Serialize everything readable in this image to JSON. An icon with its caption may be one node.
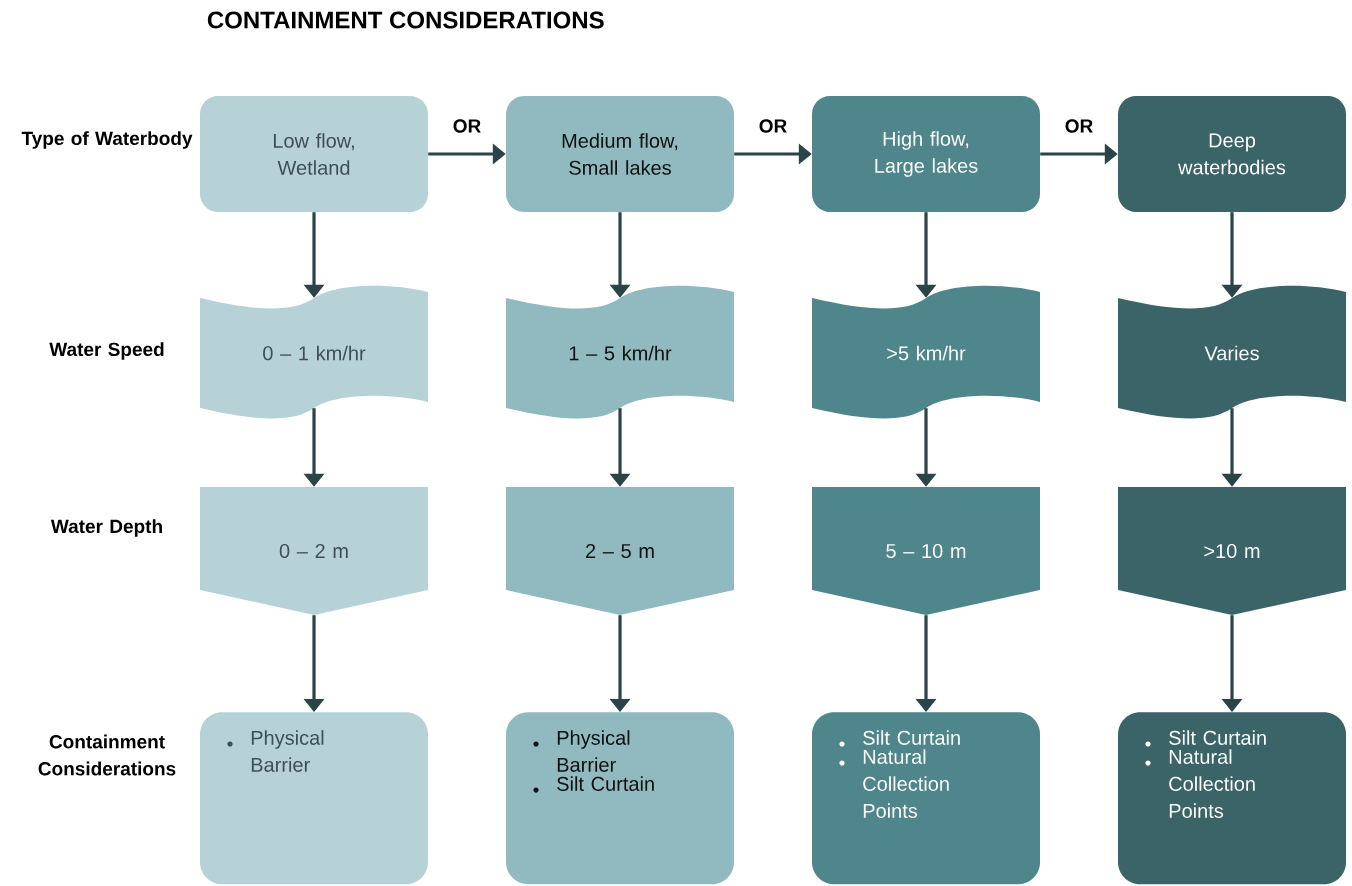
{
  "diagram": {
    "title": "CONTAINMENT CONSIDERATIONS",
    "nodes": [
      {
        "text": [
          "Low flow, Wetland"
        ]
      },
      {
        "text": [
          "Medium flow, Small lakes"
        ]
      },
      {
        "text": [
          "High flow, Large lakes"
        ]
      },
      {
        "text": [
          "Deep waterbodies"
        ]
      },
      {
        "text": [
          "0 – 1 km/hr"
        ]
      },
      {
        "text": [
          "1 – 5 km/hr"
        ]
      },
      {
        "text": [
          ">5 km/hr"
        ]
      },
      {
        "text": [
          "Varies"
        ]
      },
      {
        "text": [
          "0 – 2 m"
        ]
      },
      {
        "text": [
          "2 – 5 m"
        ]
      },
      {
        "text": [
          "5 – 10 m"
        ]
      },
      {
        "text": [
          ">10 m"
        ]
      },
      {
        "text": [
          "Physical Barrier"
        ]
      },
      {
        "text": [
          "Physical Barrier",
          "Silt Curtain"
        ]
      },
      {
        "text": [
          "Silt Curtain",
          "Natural Collection Points"
        ]
      },
      {
        "text": [
          "Silt Curtain",
          "Natural Collection Points"
        ]
      }
    ],
    "edges": [
      {
        "from": 0,
        "to": 1,
        "arrow": "to",
        "label": "OR"
      },
      {
        "from": 1,
        "to": 2,
        "arrow": "to",
        "label": "OR"
      },
      {
        "from": 2,
        "to": 3,
        "arrow": "to",
        "label": "OR"
      },
      {
        "from": 0,
        "to": 4,
        "arrow": "to"
      },
      {
        "from": 1,
        "to": 5,
        "arrow": "to"
      },
      {
        "from": 2,
        "to": 6,
        "arrow": "to"
      },
      {
        "from": 3,
        "to": 7,
        "arrow": "to"
      },
      {
        "from": 4,
        "to": 8,
        "arrow": "to"
      },
      {
        "from": 5,
        "to": 9,
        "arrow": "to"
      },
      {
        "from": 6,
        "to": 10,
        "arrow": "to"
      },
      {
        "from": 7,
        "to": 11,
        "arrow": "to"
      },
      {
        "from": 8,
        "to": 12,
        "arrow": "to"
      },
      {
        "from": 9,
        "to": 13,
        "arrow": "to"
      },
      {
        "from": 10,
        "to": 14,
        "arrow": "to"
      },
      {
        "from": 11,
        "to": 15,
        "arrow": "to"
      }
    ],
    "labels": [
      "Type of Waterbody",
      "Water Speed",
      "Water Depth",
      "Containment Considerations"
    ]
  }
}
